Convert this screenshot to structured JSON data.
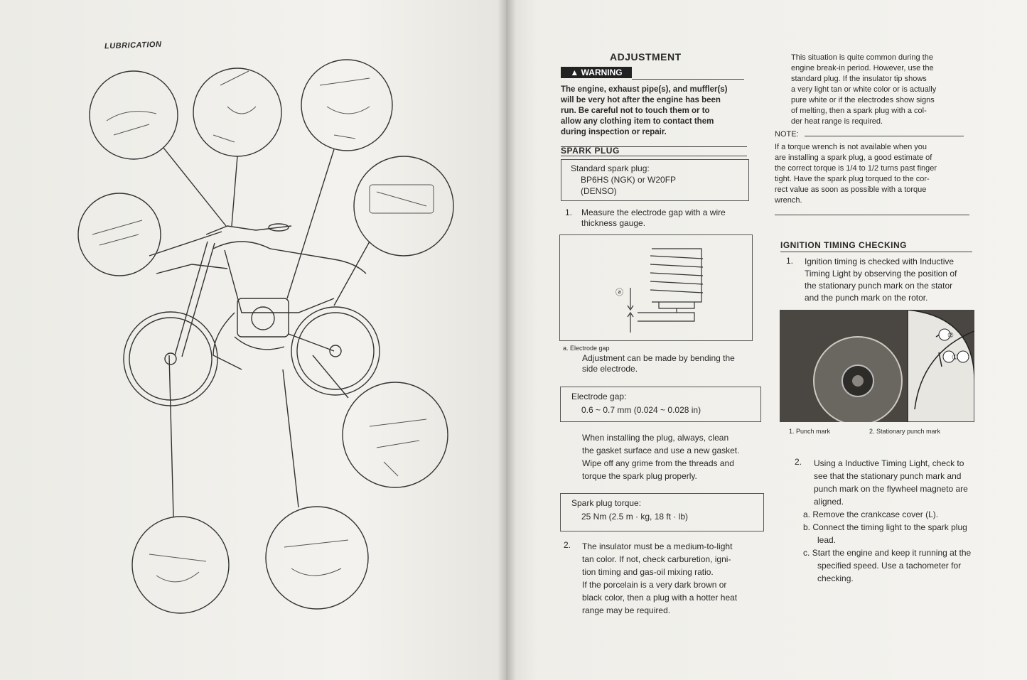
{
  "left_page": {
    "section_title": "LUBRICATION"
  },
  "right_page": {
    "adjustment_title": "ADJUSTMENT",
    "warning_label": "WARNING",
    "warning_lines": [
      "The engine, exhaust pipe(s), and muffler(s)",
      "will be very hot after the engine has been",
      "run. Be careful not to touch them or to",
      "allow any clothing item to contact them",
      "during inspection or repair."
    ],
    "spark_plug_heading": "SPARK PLUG",
    "standard_plug": {
      "label": "Standard spark plug:",
      "value_1": "BP6HS (NGK) or W20FP",
      "value_2": "(DENSO)"
    },
    "step1_num": "1.",
    "step1_lines": [
      "Measure the electrode gap with a wire",
      "thickness gauge."
    ],
    "diagram_label": "ⓐ",
    "diagram_caption": "a. Electrode gap",
    "adjust_lines": [
      "Adjustment can be made by bending the",
      "side electrode."
    ],
    "electrode_gap": {
      "label": "Electrode gap:",
      "value": "0.6 ~ 0.7 mm (0.024 ~ 0.028 in)"
    },
    "install_lines": [
      "When installing the plug, always, clean",
      "the gasket surface and use a new gasket.",
      "Wipe off any grime from the threads and",
      "torque the spark plug properly."
    ],
    "torque": {
      "label": "Spark plug torque:",
      "value": "25 Nm (2.5 m · kg, 18 ft · lb)"
    },
    "step2_num": "2.",
    "step2_lines": [
      "The insulator must be a medium-to-light",
      "tan color. If not, check carburetion, igni-",
      "tion timing and gas-oil mixing ratio.",
      "If the porcelain is a very dark brown or",
      "black color, then a plug with a hotter heat",
      "range may be required."
    ],
    "col2_lines": [
      "This situation is quite common during the",
      "engine break-in period. However, use the",
      "standard plug. If the insulator tip shows",
      "a very light tan or white color or is actually",
      "pure white or if the electrodes show signs",
      "of melting, then a spark plug with a col-",
      "der heat range is required."
    ],
    "note_label": "NOTE:",
    "note_lines": [
      "If a torque wrench is not available when you",
      "are installing a spark plug, a good estimate of",
      "the correct torque is 1/4 to 1/2 turns past finger",
      "tight. Have the spark plug torqued to the cor-",
      "rect value as soon as possible with a torque",
      "wrench."
    ],
    "ignition_heading": "IGNITION TIMING CHECKING",
    "ign_step1_num": "1.",
    "ign_step1_lines": [
      "Ignition timing is checked with Inductive",
      "Timing Light by observing the position of",
      "the stationary punch mark on the stator",
      "and the punch mark on the rotor."
    ],
    "photo_callout_1": "①",
    "photo_callout_2": "②",
    "photo_caption_1": "1. Punch mark",
    "photo_caption_2": "2. Stationary punch mark",
    "ign_step2_num": "2.",
    "ign_step2_lines": [
      "Using a Inductive Timing Light, check to",
      "see that the stationary punch mark and",
      "punch mark on the flywheel magneto are",
      "aligned."
    ],
    "substeps": [
      {
        "letter": "a.",
        "lines": [
          "Remove the crankcase cover (L)."
        ]
      },
      {
        "letter": "b.",
        "lines": [
          "Connect the timing light to the spark plug",
          "lead."
        ]
      },
      {
        "letter": "c.",
        "lines": [
          "Start the engine and keep it running at the",
          "specified speed. Use a tachometer for",
          "checking."
        ]
      }
    ]
  }
}
